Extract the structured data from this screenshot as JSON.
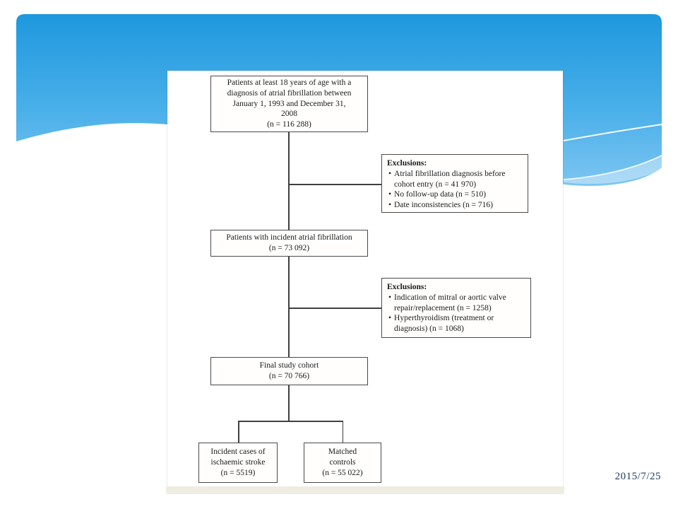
{
  "slide": {
    "date": "2015/7/25"
  },
  "colors": {
    "panel_blue_top": "#1e98de",
    "panel_blue_mid": "#49afe9",
    "panel_blue_bottom": "#7cc5f1",
    "swoosh_line": "#ffffff",
    "box_border": "#4a4a4a",
    "figure_text": "#1a1a1a",
    "date_text": "#1e3a5f",
    "scan_strip": "#efede1"
  },
  "figure": {
    "eligible": {
      "lines": [
        "Patients at least 18 years of age with a",
        "diagnosis of atrial fibrillation between",
        "January 1, 1993 and December 31,",
        "2008",
        "(n = 116 288)"
      ]
    },
    "exclusions1": {
      "heading": "Exclusions:",
      "items": [
        {
          "lines": [
            "Atrial fibrillation diagnosis before",
            "cohort entry (n = 41 970)"
          ]
        },
        {
          "lines": [
            "No follow-up data (n = 510)"
          ]
        },
        {
          "lines": [
            "Date inconsistencies (n = 716)"
          ]
        }
      ]
    },
    "incident_af": {
      "lines": [
        "Patients with incident atrial fibrillation",
        "(n = 73 092)"
      ]
    },
    "exclusions2": {
      "heading": "Exclusions:",
      "items": [
        {
          "lines": [
            "Indication of mitral or aortic valve",
            "repair/replacement (n = 1258)"
          ]
        },
        {
          "lines": [
            "Hyperthyroidism (treatment or",
            "diagnosis) (n = 1068)"
          ]
        }
      ]
    },
    "final_cohort": {
      "lines": [
        "Final study cohort",
        "(n = 70 766)"
      ]
    },
    "stroke_cases": {
      "lines": [
        "Incident cases of",
        "ischaemic stroke",
        "(n = 5519)"
      ]
    },
    "matched_controls": {
      "lines": [
        "Matched",
        "controls",
        "(n = 55 022)"
      ]
    }
  }
}
